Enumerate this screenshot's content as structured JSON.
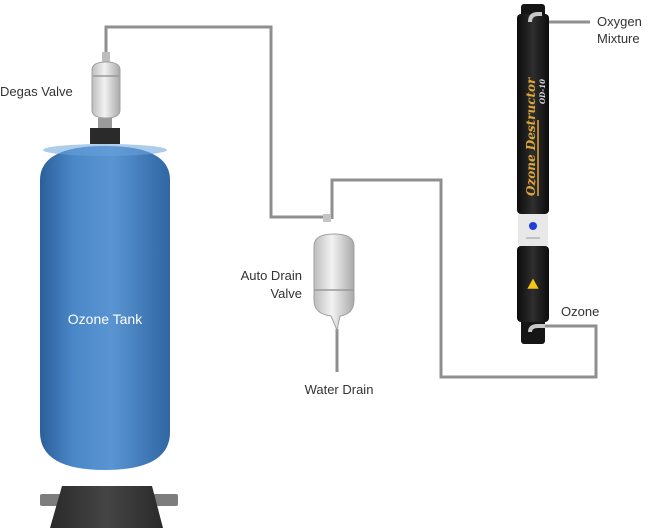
{
  "labels": {
    "degas_valve": "Degas Valve",
    "ozone_tank": "Ozone Tank",
    "auto_drain_valve_line1": "Auto Drain",
    "auto_drain_valve_line2": "Valve",
    "water_drain": "Water Drain",
    "oxygen_mixture_line1": "Oxygen",
    "oxygen_mixture_line2": "Mixture",
    "ozone": "Ozone"
  },
  "destructor": {
    "brand_text": "Ozone Destructor",
    "model_text": "OD-10"
  },
  "colors": {
    "tank_blue": "#3f7bbd",
    "pipe_gray": "#8f8f8f",
    "destructor_body": "#1f1f1f",
    "brand_text": "#e0a63a",
    "indicator_light": "#1f3fd6",
    "warning_yellow": "#f5c518"
  }
}
